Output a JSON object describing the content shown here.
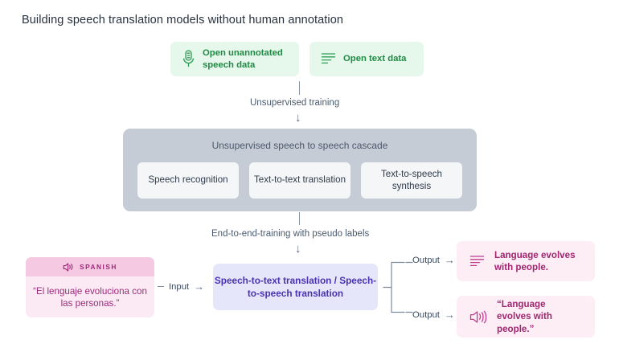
{
  "page": {
    "title": "Building speech translation models without human annotation"
  },
  "sources": {
    "items": [
      {
        "id": "open-unannotated-speech-data",
        "label": "Open unannotated speech data",
        "icon": "microphone-icon",
        "bg": "#e6f7ec",
        "fg": "#1f8a43"
      },
      {
        "id": "open-text-data",
        "label": "Open text data",
        "icon": "text-lines-icon",
        "bg": "#e6f7ec",
        "fg": "#1f8a43"
      }
    ]
  },
  "flow": {
    "unsupervised_training_label": "Unsupervised training",
    "end_to_end_label": "End-to-end-training with pseudo labels",
    "down_arrow_glyph": "↓",
    "right_arrow_glyph": "→"
  },
  "cascade": {
    "title": "Unsupervised speech to speech cascade",
    "bg": "#c5ccd6",
    "cards": [
      {
        "id": "speech-recognition",
        "label": "Speech recognition"
      },
      {
        "id": "text-to-text-translation",
        "label": "Text-to-text translation"
      },
      {
        "id": "text-to-speech-synthesis",
        "label": "Text-to-speech synthesis"
      }
    ]
  },
  "input": {
    "language_label": "SPANISH",
    "language_icon": "speaker-icon",
    "quote": "“El lenguaje evoluciona con las personas.”",
    "connector_label": "Input",
    "header_bg": "#f6c9e3",
    "body_bg": "#fbeaf4",
    "fg": "#9b2a7a"
  },
  "model": {
    "label": "Speech-to-text translation / Speech-to-speech translation",
    "bg": "#e6e6fa",
    "fg": "#4b33b0"
  },
  "outputs": {
    "connector_label": "Output",
    "items": [
      {
        "id": "text-output",
        "icon": "text-lines-icon",
        "text": "Language evolves with people."
      },
      {
        "id": "audio-output",
        "icon": "speaker-icon",
        "text": "“Language evolves with people.”"
      }
    ],
    "bg": "#fdeef6",
    "fg": "#a0266f"
  }
}
